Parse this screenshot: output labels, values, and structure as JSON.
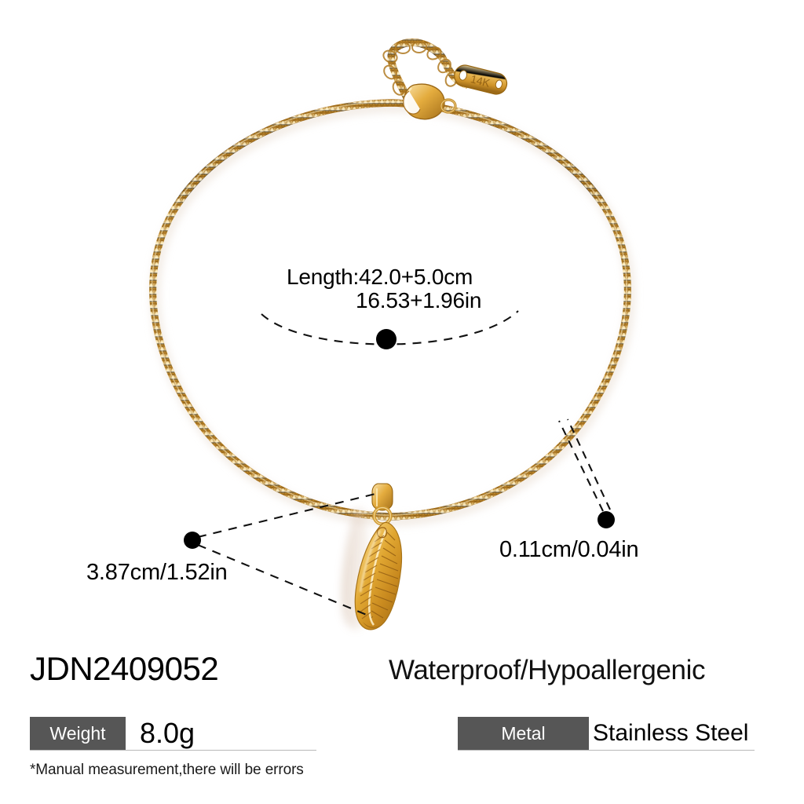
{
  "product": {
    "sku": "JDN2409052",
    "feature": "Waterproof/Hypoallergenic",
    "clasp_tag_stamp": "14K"
  },
  "annotations": {
    "length_line1": "Length:42.0+5.0cm",
    "length_line2": "16.53+1.96in",
    "pendant_size": "3.87cm/1.52in",
    "chain_thickness": "0.11cm/0.04in"
  },
  "specs": [
    {
      "key": "Weight",
      "value": "8.0g"
    },
    {
      "key": "Metal",
      "value": "Stainless Steel"
    }
  ],
  "disclaimer": "*Manual measurement,there will be errors",
  "colors": {
    "background": "#ffffff",
    "spec_key_bg": "#565656",
    "spec_key_text": "#ffffff",
    "text": "#000000",
    "rule": "#b9b9b9",
    "gold_light": "#f6d99a",
    "gold_mid": "#e0a63c",
    "gold_dark": "#a9721c",
    "leader_line": "#111111"
  }
}
